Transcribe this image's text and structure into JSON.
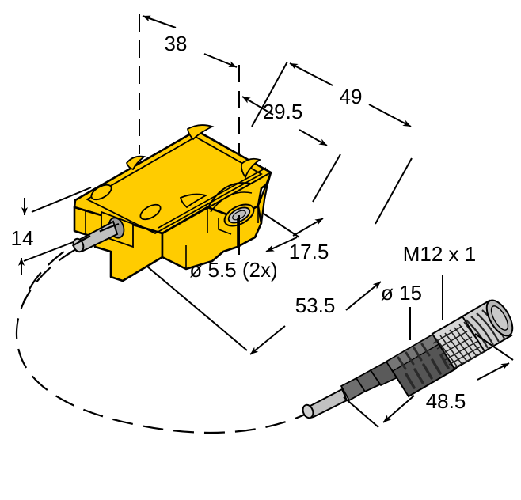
{
  "drawing": {
    "title": "Inductive sensor dimensional drawing",
    "units_note": "",
    "colors": {
      "body_yellow": "#FFCC00",
      "outline": "#000000",
      "cable_light_gray": "#BFBFBF",
      "connector_dark_gray": "#5A5A5A",
      "connector_mid_gray": "#8A8A8A",
      "connector_knurl_gray": "#D8D8D8",
      "background": "#FFFFFF"
    }
  },
  "dimensions": {
    "width_38": "38",
    "length_49": "49",
    "length_29_5": "29.5",
    "height_14": "14",
    "depth_17_5": "17.5",
    "length_53_5": "53.5",
    "hole_dia": "ø 5.5 (2x)",
    "thread": "M12 x 1",
    "connector_dia": "ø 15",
    "connector_length": "48.5"
  },
  "parts": {
    "sensor_body": "yellow-sensor-housing",
    "mounting_hole": "mounting-hole-insert",
    "cable_stub": "cable-exit-stub",
    "cable_run": "dashed-cable-path",
    "connector": "m12-male-connector"
  }
}
